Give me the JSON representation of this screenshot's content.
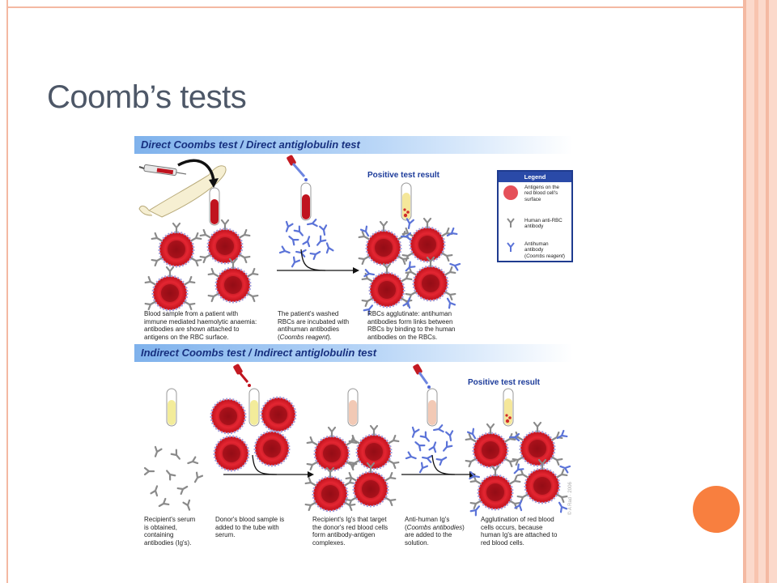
{
  "slide": {
    "title": "Coomb’s tests"
  },
  "colors": {
    "frame": "#f4b9a2",
    "accent_circle": "#f87f3f",
    "banner": "#7fb2ec",
    "banner_text": "#17307f",
    "rbc": "#d91d2a",
    "blood": "#c0141f",
    "human_antibody": "#8a8a8a",
    "antihuman_antibody": "#5b73d8"
  },
  "direct": {
    "banner": "Direct Coombs test / Direct antiglobulin test",
    "positive_label": "Positive test result",
    "captions": {
      "step1": [
        "Blood sample from a patient with",
        "immune mediated haemolytic anaemia:",
        "antibodies are shown attached to",
        "antigens on the RBC surface."
      ],
      "step2_a": [
        "The patient's washed",
        "RBCs are incubated with",
        "antihuman antibodies"
      ],
      "step2_b": "Coombs reagent",
      "step3": [
        "RBCs agglutinate: antihuman",
        "antibodies form links between",
        "RBCs by binding to the human",
        "antibodies on the RBCs."
      ]
    }
  },
  "legend": {
    "heading": "Legend",
    "items": [
      [
        "Antigens on the",
        "red blood cell's",
        "surface"
      ],
      [
        "Human anti-RBC",
        "antibody"
      ],
      [
        "Antihuman",
        "antibody"
      ]
    ],
    "item3_italic": "Coombs reagent"
  },
  "indirect": {
    "banner": "Indirect Coombs test / Indirect antiglobulin test",
    "positive_label": "Positive test result",
    "captions": {
      "step1": [
        "Recipient's serum",
        "is obtained,",
        "containing",
        "antibodies (Ig's)."
      ],
      "step2": [
        "Donor's blood sample is",
        "added to the tube with",
        "serum."
      ],
      "step3": [
        "Recipient's Ig's that target",
        "the donor's red blood cells",
        "form antibody-antigen",
        "complexes."
      ],
      "step4_a": "Anti-human Ig's",
      "step4_b": "Coombs antibodies",
      "step4_c": [
        "are added to the",
        "solution."
      ],
      "step5": [
        "Agglutination of red blood",
        "cells occurs, because",
        "human Ig's are attached to",
        "red blood cells."
      ]
    }
  },
  "copyright": "© A Rad · 2006"
}
